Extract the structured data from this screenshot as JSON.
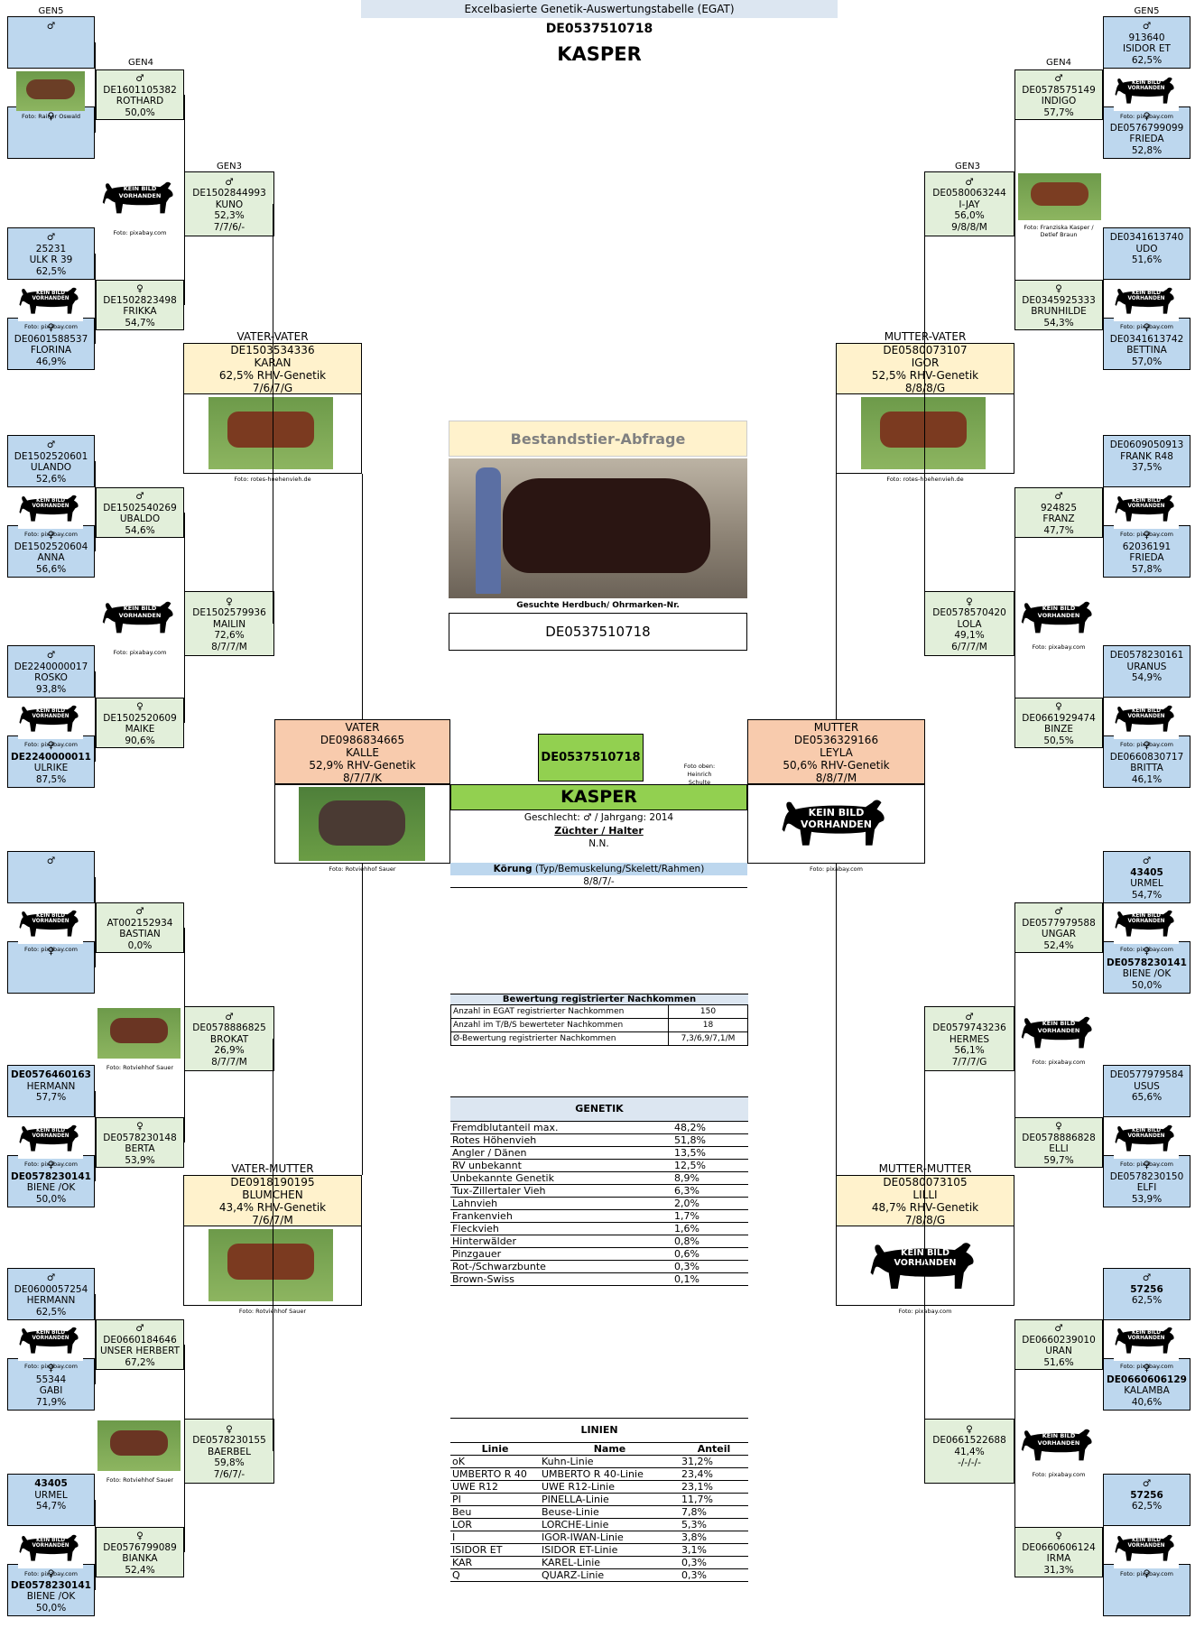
{
  "header": {
    "title_partial": "STAMMBAUM",
    "subtitle": "Excelbasierte Genetik-Auswertungstabelle (EGAT)",
    "id": "DE0537510718",
    "name": "KASPER"
  },
  "gen_labels": {
    "gen5": "GEN5",
    "gen4": "GEN4",
    "gen3": "GEN3"
  },
  "common": {
    "male": "♂",
    "female": "♀",
    "kein_bild_1": "KEIN BILD",
    "kein_bild_2": "VORHANDEN",
    "pix": "Foto: pixabay.com",
    "rhv": "Foto: rotes-hoehenvieh.de",
    "rotviehhof": "Foto: Rotviehhof Sauer",
    "oswald": "Foto: Rainer Oswald",
    "kasper_f": "Foto: Franziska Kasper / Detlef Braun"
  },
  "left": {
    "gen5": [
      {
        "id": "",
        "name": "",
        "pct": "",
        "sex": "♂"
      },
      {
        "id": "",
        "name": "",
        "pct": "",
        "sex": "♀"
      },
      {
        "id": "25231",
        "name": "ULK R 39",
        "pct": "62,5%",
        "sex": "♂"
      },
      {
        "id": "DE0601588537",
        "name": "FLORINA",
        "pct": "46,9%",
        "sex": "♀"
      },
      {
        "id": "DE1502520601",
        "name": "ULANDO",
        "pct": "52,6%",
        "sex": "♂"
      },
      {
        "id": "DE1502520604",
        "name": "ANNA",
        "pct": "56,6%",
        "sex": "♀"
      },
      {
        "id": "DE2240000017",
        "name": "ROSKO",
        "pct": "93,8%",
        "sex": "♂"
      },
      {
        "id": "DE2240000011",
        "name": "ULRIKE",
        "pct": "87,5%",
        "sex": "♀"
      },
      {
        "id": "",
        "name": "",
        "pct": "",
        "sex": "♂"
      },
      {
        "id": "",
        "name": "",
        "pct": "",
        "sex": "♀"
      },
      {
        "id": "DE0576460163",
        "name": "HERMANN",
        "pct": "57,7%",
        "sex": ""
      },
      {
        "id": "DE0578230141",
        "name": "BIENE /OK",
        "pct": "50,0%",
        "sex": "♀"
      },
      {
        "id": "DE0600057254",
        "name": "HERMANN",
        "pct": "62,5%",
        "sex": "♂"
      },
      {
        "id": "55344",
        "name": "GABI",
        "pct": "71,9%",
        "sex": "♀"
      },
      {
        "id": "43405",
        "name": "URMEL",
        "pct": "54,7%",
        "sex": ""
      },
      {
        "id": "DE0578230141",
        "name": "BIENE /OK",
        "pct": "50,0%",
        "sex": "♀"
      }
    ],
    "gen4": [
      {
        "id": "DE1601105382",
        "name": "ROTHARD",
        "pct": "50,0%",
        "sex": "♂"
      },
      {
        "id": "DE1502823498",
        "name": "FRIKKA",
        "pct": "54,7%",
        "sex": "♀"
      },
      {
        "id": "DE1502540269",
        "name": "UBALDO",
        "pct": "54,6%",
        "sex": "♂"
      },
      {
        "id": "DE1502520609",
        "name": "MAIKE",
        "pct": "90,6%",
        "sex": "♀"
      },
      {
        "id": "AT002152934",
        "name": "BASTIAN",
        "pct": "0,0%",
        "sex": "♂"
      },
      {
        "id": "DE0578230148",
        "name": "BERTA",
        "pct": "53,9%",
        "sex": "♀"
      },
      {
        "id": "DE0660184646",
        "name": "UNSER HERBERT",
        "pct": "67,2%",
        "sex": "♂"
      },
      {
        "id": "DE0576799089",
        "name": "BIANKA",
        "pct": "52,4%",
        "sex": "♀"
      }
    ],
    "gen3": [
      {
        "id": "DE1502844993",
        "name": "KUNO",
        "pct": "52,3%",
        "k": "7/7/6/-",
        "sex": "♂"
      },
      {
        "id": "DE1502579936",
        "name": "MAILIN",
        "pct": "72,6%",
        "k": "8/7/7/M",
        "sex": "♀"
      },
      {
        "id": "DE0578886825",
        "name": "BROKAT",
        "pct": "26,9%",
        "k": "8/7/7/M",
        "sex": "♂"
      },
      {
        "id": "DE0578230155",
        "name": "BAERBEL",
        "pct": "59,8%",
        "k": "7/6/7/-",
        "sex": "♀"
      }
    ],
    "vv": {
      "label": "VATER-VATER",
      "id": "DE1503534336",
      "name": "KARAN",
      "gen": "62,5%  RHV-Genetik",
      "k": "7/6/7/G"
    },
    "vm": {
      "label": "VATER-MUTTER",
      "id": "DE0918190195",
      "name": "BLUMCHEN",
      "gen": "43,4%  RHV-Genetik",
      "k": "7/6/7/M"
    },
    "vater": {
      "label": "VATER",
      "id": "DE0986834665",
      "name": "KALLE",
      "gen": "52,9%  RHV-Genetik",
      "k": "8/7/7/K"
    }
  },
  "right": {
    "gen5": [
      {
        "id": "913640",
        "name": "ISIDOR ET",
        "pct": "62,5%",
        "sex": "♂"
      },
      {
        "id": "DE0576799099",
        "name": "FRIEDA",
        "pct": "52,8%",
        "sex": "♀"
      },
      {
        "id": "DE0341613740",
        "name": "UDO",
        "pct": "51,6%",
        "sex": ""
      },
      {
        "id": "DE0341613742",
        "name": "BETTINA",
        "pct": "57,0%",
        "sex": "♀"
      },
      {
        "id": "DE0609050913",
        "name": "FRANK R48",
        "pct": "37,5%",
        "sex": ""
      },
      {
        "id": "62036191",
        "name": "FRIEDA",
        "pct": "57,8%",
        "sex": "♀"
      },
      {
        "id": "DE0578230161",
        "name": "URANUS",
        "pct": "54,9%",
        "sex": ""
      },
      {
        "id": "DE0660830717",
        "name": "BRITTA",
        "pct": "46,1%",
        "sex": "♀"
      },
      {
        "id": "43405",
        "name": "URMEL",
        "pct": "54,7%",
        "sex": "♂"
      },
      {
        "id": "DE0578230141",
        "name": "BIENE /OK",
        "pct": "50,0%",
        "sex": "♀"
      },
      {
        "id": "DE0577979584",
        "name": "USUS",
        "pct": "65,6%",
        "sex": ""
      },
      {
        "id": "DE0578230150",
        "name": "ELFI",
        "pct": "53,9%",
        "sex": "♀"
      },
      {
        "id": "57256",
        "name": "",
        "pct": "62,5%",
        "sex": "♂"
      },
      {
        "id": "DE0660606129",
        "name": "KALAMBA",
        "pct": "40,6%",
        "sex": "♀"
      },
      {
        "id": "57256",
        "name": "",
        "pct": "62,5%",
        "sex": "♂"
      },
      {
        "id": "",
        "name": "",
        "pct": "",
        "sex": "♀"
      }
    ],
    "gen4": [
      {
        "id": "DE0578575149",
        "name": "INDIGO",
        "pct": "57,7%",
        "sex": "♂"
      },
      {
        "id": "DE0345925333",
        "name": "BRUNHILDE",
        "pct": "54,3%",
        "sex": "♀"
      },
      {
        "id": "924825",
        "name": "FRANZ",
        "pct": "47,7%",
        "sex": "♂"
      },
      {
        "id": "DE0661929474",
        "name": "BINZE",
        "pct": "50,5%",
        "sex": "♀"
      },
      {
        "id": "DE0577979588",
        "name": "UNGAR",
        "pct": "52,4%",
        "sex": "♂"
      },
      {
        "id": "DE0578886828",
        "name": "ELLI",
        "pct": "59,7%",
        "sex": "♀"
      },
      {
        "id": "DE0660239010",
        "name": "URAN",
        "pct": "51,6%",
        "sex": "♂"
      },
      {
        "id": "DE0660606124",
        "name": "IRMA",
        "pct": "31,3%",
        "sex": "♀"
      }
    ],
    "gen3": [
      {
        "id": "DE0580063244",
        "name": "I-JAY",
        "pct": "56,0%",
        "k": "9/8/8/M",
        "sex": "♂"
      },
      {
        "id": "DE0578570420",
        "name": "LOLA",
        "pct": "49,1%",
        "k": "6/7/7/M",
        "sex": "♀"
      },
      {
        "id": "DE0579743236",
        "name": "HERMES",
        "pct": "56,1%",
        "k": "7/7/7/G",
        "sex": "♂"
      },
      {
        "id": "DE0661522688",
        "name": "",
        "pct": "41,4%",
        "k": "-/-/-/-",
        "sex": "♀"
      }
    ],
    "mv": {
      "label": "MUTTER-VATER",
      "id": "DE0580073107",
      "name": "IGOR",
      "gen": "52,5%  RHV-Genetik",
      "k": "8/8/8/G"
    },
    "mm": {
      "label": "MUTTER-MUTTER",
      "id": "DE0580073105",
      "name": "LILLI",
      "gen": "48,7%  RHV-Genetik",
      "k": "7/8/8/G"
    },
    "mutter": {
      "label": "MUTTER",
      "id": "DE0536329166",
      "name": "LEYLA",
      "gen": "50,6%  RHV-Genetik",
      "k": "8/8/7/M"
    }
  },
  "center": {
    "abfrage_title": "Bestandstier-Abfrage",
    "search_label": "Gesuchte Herdbuch/ Ohrmarken-Nr.",
    "search_value": "DE0537510718",
    "animal_id": "DE0537510718",
    "photo_credit": "Foto oben: Heinrich Schulte",
    "name": "KASPER",
    "info": "Geschlecht: ♂ / Jahrgang: 2014",
    "zuechter_label": "Züchter / Halter",
    "zuechter": "N.N.",
    "koerung_label": "Körung",
    "koerung_desc": " (Typ/Bemuskelung/Skelett/Rahmen)",
    "koerung": "8/8/7/-"
  },
  "nachkommen": {
    "title": "Bewertung registrierter Nachkommen",
    "rows": [
      {
        "label": "Anzahl in EGAT registrierter Nachkommen",
        "value": "150"
      },
      {
        "label": "Anzahl im T/B/S bewerteter Nachkommen",
        "value": "18"
      },
      {
        "label": "Ø-Bewertung registrierter Nachkommen",
        "value": "7,3/6,9/7,1/M"
      }
    ]
  },
  "genetik": {
    "title": "GENETIK",
    "rows": [
      {
        "label": "Fremdblutanteil max.",
        "value": "48,2%"
      },
      {
        "label": "Rotes Höhenvieh",
        "value": "51,8%"
      },
      {
        "label": "Angler / Dänen",
        "value": "13,5%"
      },
      {
        "label": "RV unbekannt",
        "value": "12,5%"
      },
      {
        "label": "Unbekannte Genetik",
        "value": "8,9%"
      },
      {
        "label": "Tux-Zillertaler Vieh",
        "value": "6,3%"
      },
      {
        "label": "Lahnvieh",
        "value": "2,0%"
      },
      {
        "label": "Frankenvieh",
        "value": "1,7%"
      },
      {
        "label": "Fleckvieh",
        "value": "1,6%"
      },
      {
        "label": "Hinterwälder",
        "value": "0,8%"
      },
      {
        "label": "Pinzgauer",
        "value": "0,6%"
      },
      {
        "label": "Rot-/Schwarzbunte",
        "value": "0,3%"
      },
      {
        "label": "Brown-Swiss",
        "value": "0,1%"
      }
    ]
  },
  "linien": {
    "title": "LINIEN",
    "headers": [
      "Linie",
      "Name",
      "Anteil"
    ],
    "rows": [
      [
        "oK",
        "Kuhn-Linie",
        "31,2%"
      ],
      [
        "UMBERTO R 40",
        "UMBERTO R 40-Linie",
        "23,4%"
      ],
      [
        "UWE R12",
        "UWE R12-Linie",
        "23,1%"
      ],
      [
        "PI",
        "PINELLA-Linie",
        "11,7%"
      ],
      [
        "Beu",
        "Beuse-Linie",
        "7,8%"
      ],
      [
        "LOR",
        "LORCHE-Linie",
        "5,3%"
      ],
      [
        "I",
        "IGOR-IWAN-Linie",
        "3,8%"
      ],
      [
        "ISIDOR ET",
        "ISIDOR ET-Linie",
        "3,1%"
      ],
      [
        "KAR",
        "KAREL-Linie",
        "0,3%"
      ],
      [
        "Q",
        "QUARZ-Linie",
        "0,3%"
      ]
    ]
  },
  "colors": {
    "blue": "#bdd7ee",
    "green": "#e2efda",
    "yellow": "#fff2cc",
    "orange": "#f8cbad",
    "animal_green": "#92d050"
  }
}
